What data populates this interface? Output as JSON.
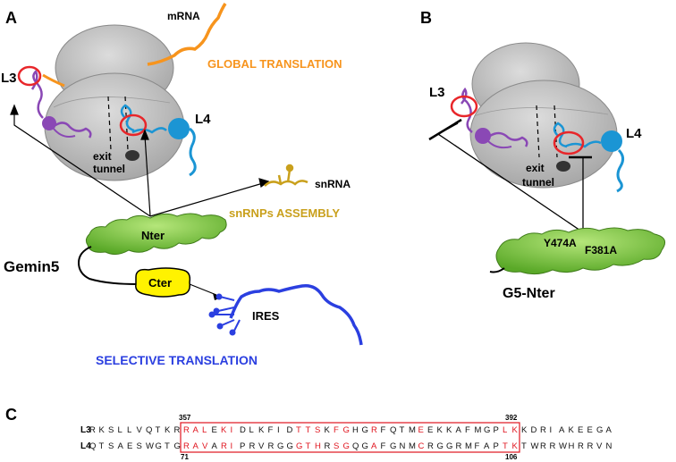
{
  "panel_a": {
    "letter": "A",
    "mrna": "mRNA",
    "global_translation": "GLOBAL TRANSLATION",
    "l3": "L3",
    "l4": "L4",
    "exit": "exit",
    "tunnel": "tunnel",
    "snrna": "snRNA",
    "snrnps_assembly": "snRNPs ASSEMBLY",
    "nter": "Nter",
    "gemin5": "Gemin5",
    "cter": "Cter",
    "ires": "IRES",
    "selective_translation": "SELECTIVE TRANSLATION"
  },
  "panel_b": {
    "letter": "B",
    "l3": "L3",
    "l4": "L4",
    "exit": "exit",
    "tunnel": "tunnel",
    "mut1": "Y474A",
    "mut2": "F381A",
    "g5nter": "G5-Nter"
  },
  "panel_c": {
    "letter": "C",
    "l3_label": "L3",
    "l4_label": "L4",
    "l3_start": "357",
    "l3_end": "392",
    "l4_start": "71",
    "l4_end": "106",
    "l3_pre": "RKSLLVQTKR",
    "l3_box": "RALEKIDLKFIDTTSKFGHGRFQTMEEKKAFMGPLK",
    "l3_post": "KDRIAKEEGA",
    "l4_pre": "QTSAESWGTG",
    "l4_box": "RAVARIPRVRGGGTHRSGQGAFGNMCRGGRMFAPTK",
    "l4_post": "TWRRWHRRVN",
    "l3_red_idx": [
      0,
      1,
      2,
      4,
      5,
      12,
      13,
      14,
      16,
      17,
      20,
      25,
      34,
      35
    ],
    "l4_red_idx": [
      0,
      1,
      2,
      4,
      5,
      12,
      13,
      14,
      16,
      17,
      20,
      25,
      34,
      35
    ],
    "highlight_color": "#e0141e"
  },
  "colors": {
    "orange": "#f7941d",
    "purple": "#8a48b5",
    "blue_l4": "#1b95d4",
    "green": "#7ac943",
    "gold": "#c9a01c",
    "ires_blue": "#2b3fe0",
    "red": "#e8262a",
    "cter_yellow": "#fff200"
  }
}
